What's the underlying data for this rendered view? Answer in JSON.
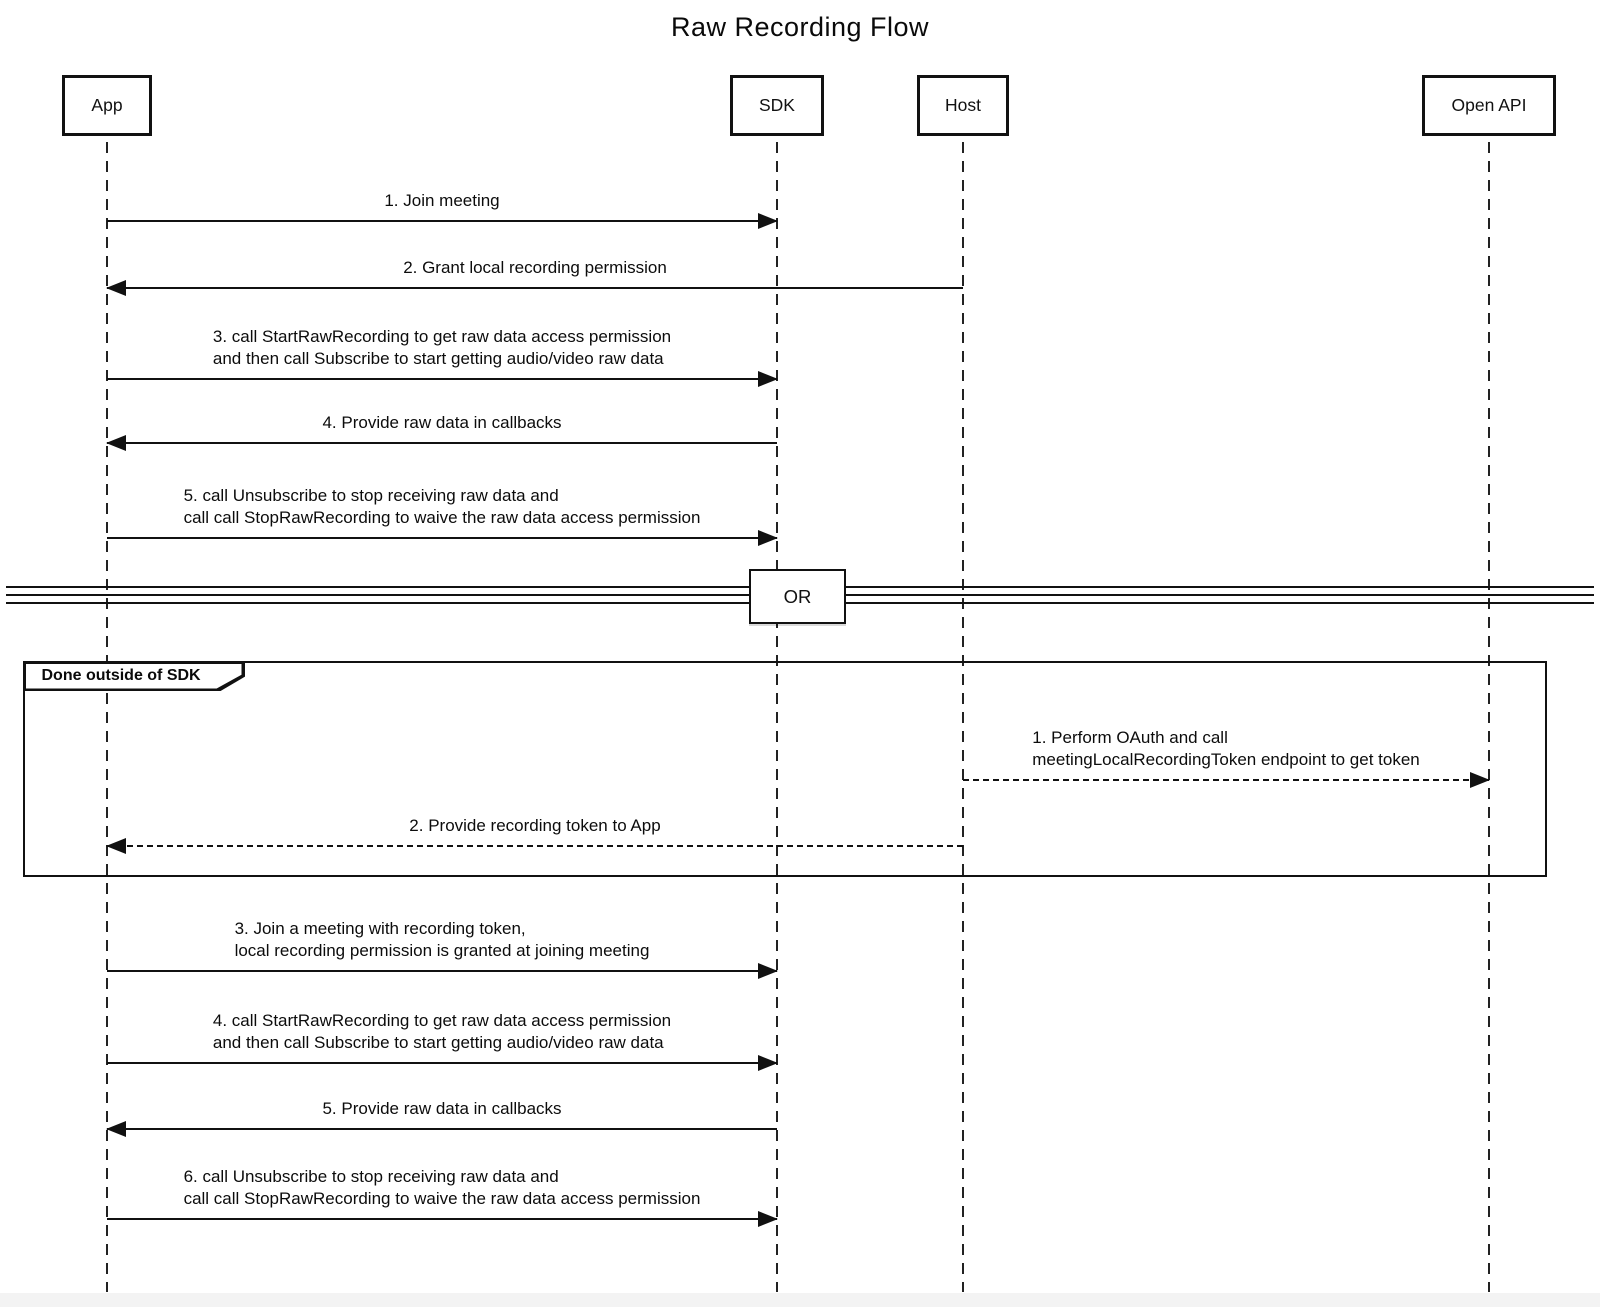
{
  "title": "Raw Recording Flow",
  "colors": {
    "line": "#111111",
    "background": "#ffffff",
    "bottom_strip": "#f3f3f3"
  },
  "actors": [
    {
      "label": "App"
    },
    {
      "label": "SDK"
    },
    {
      "label": "Host"
    },
    {
      "label": "Open API"
    }
  ],
  "divider": {
    "label": "OR"
  },
  "sections": {
    "first": {
      "messages": [
        {
          "from": "App",
          "to": "SDK",
          "style": "solid",
          "lines": [
            "1. Join meeting"
          ]
        },
        {
          "from": "Host",
          "to": "App",
          "style": "solid",
          "lines": [
            "2. Grant local recording permission"
          ]
        },
        {
          "from": "App",
          "to": "SDK",
          "style": "solid",
          "lines": [
            "3. call StartRawRecording to get raw data access permission",
            "and then call Subscribe to start getting audio/video raw data"
          ]
        },
        {
          "from": "SDK",
          "to": "App",
          "style": "solid",
          "lines": [
            "4. Provide raw data in callbacks"
          ]
        },
        {
          "from": "App",
          "to": "SDK",
          "style": "solid",
          "lines": [
            "5. call Unsubscribe to stop receiving raw data and",
            "call call StopRawRecording to waive the raw data access permission"
          ]
        }
      ]
    },
    "frame": {
      "label": "Done outside of SDK",
      "messages": [
        {
          "from": "Host",
          "to": "Open API",
          "style": "dashed",
          "lines": [
            "1. Perform OAuth and call",
            "meetingLocalRecordingToken endpoint to get token"
          ]
        },
        {
          "from": "Host",
          "to": "App",
          "style": "dashed",
          "lines": [
            "2. Provide recording token to App"
          ]
        }
      ]
    },
    "second": {
      "messages": [
        {
          "from": "App",
          "to": "SDK",
          "style": "solid",
          "lines": [
            "3. Join a meeting with recording token,",
            "local recording permission is granted at joining meeting"
          ]
        },
        {
          "from": "App",
          "to": "SDK",
          "style": "solid",
          "lines": [
            "4. call StartRawRecording to get raw data access permission",
            "and then call Subscribe to start getting audio/video raw data"
          ]
        },
        {
          "from": "SDK",
          "to": "App",
          "style": "solid",
          "lines": [
            "5. Provide raw data in callbacks"
          ]
        },
        {
          "from": "App",
          "to": "SDK",
          "style": "solid",
          "lines": [
            "6. call Unsubscribe to stop receiving raw data and",
            "call call StopRawRecording to waive the raw data access permission"
          ]
        }
      ]
    }
  }
}
